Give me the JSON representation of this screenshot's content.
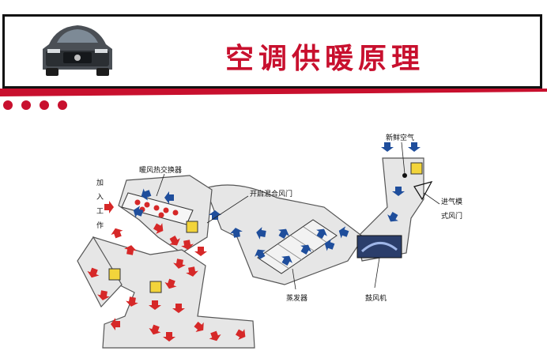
{
  "header": {
    "title": "空调供暖原理"
  },
  "diagram": {
    "labels": {
      "fresh_air": "新鲜空气",
      "heater_core": "暖风热交换器",
      "join_work_1": "加",
      "join_work_2": "入",
      "join_work_3": "工",
      "join_work_4": "作",
      "blend_door": "开启混合风门",
      "intake_mode_door_1": "进气模",
      "intake_mode_door_2": "式风门",
      "evaporator": "蒸发器",
      "blower": "鼓风机"
    }
  },
  "colors": {
    "accent_red": "#c8102e",
    "cold_blue": "#1f4e9c",
    "warm_red": "#d62828",
    "door_yellow": "#f2d43b",
    "duct_gray": "#e6e6e6"
  }
}
